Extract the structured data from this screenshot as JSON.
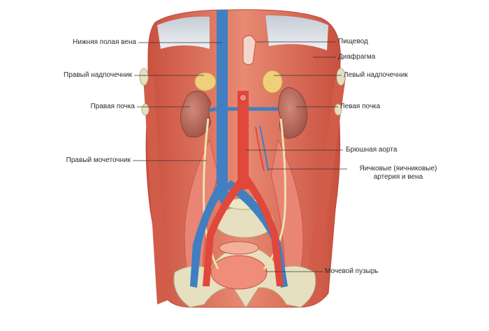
{
  "diagram": {
    "labels": {
      "ivc": "Нижняя полая вена",
      "right_adrenal": "Правый надпочечник",
      "right_kidney": "Правая почка",
      "right_ureter": "Правый мочеточник",
      "esophagus": "Пищевод",
      "diaphragm": "Диафрагма",
      "left_adrenal": "Левый надпочечник",
      "left_kidney": "Левая почка",
      "abdominal_aorta": "Брюшная аорта",
      "gonadal_line1": "Яичковые (яичниковые)",
      "gonadal_line2": "артерия и вена",
      "bladder": "Мочевой пузырь"
    },
    "colors": {
      "muscle": "#e0735f",
      "muscle_dark": "#c9503f",
      "tendon": "#d9dde3",
      "vein": "#3f7fc2",
      "artery": "#e0483c",
      "kidney": "#b86a5c",
      "adrenal": "#f0cf7a",
      "bone": "#e6e0c0",
      "ureter": "#efe1b0",
      "leader": "#333333"
    }
  }
}
